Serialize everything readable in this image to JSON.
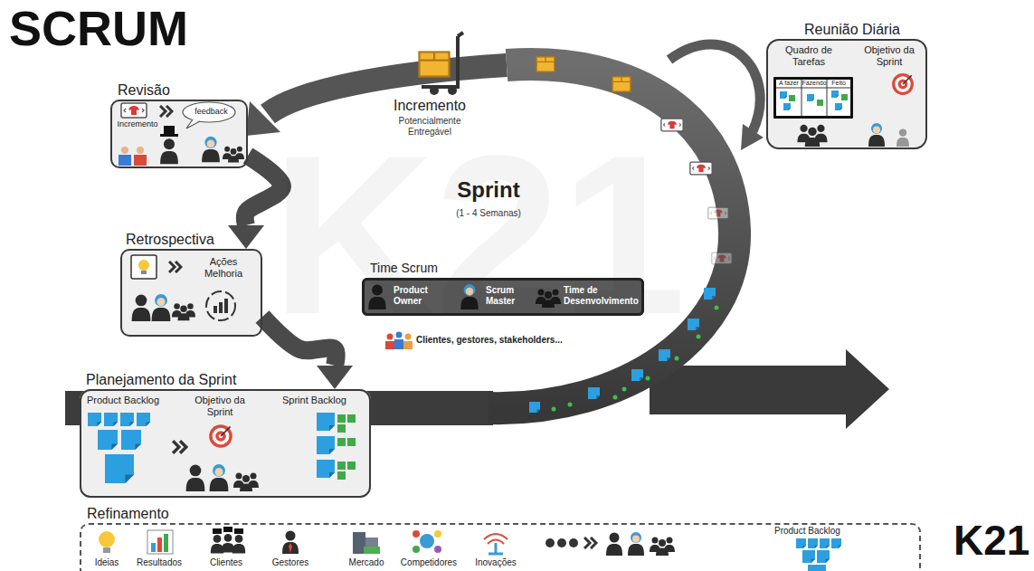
{
  "diagram": {
    "title": "SCRUM",
    "nodes": [
      {
        "text": [
          "Revisão",
          "Incremento",
          "feedback"
        ]
      },
      {
        "text": [
          "Reunião Diária",
          "Quadro de Tarefas",
          "Objetivo da Sprint"
        ]
      },
      {
        "text": [
          "A fazer",
          "Fazendo",
          "Feito"
        ],
        "in": 1
      },
      {
        "text": [
          "Retrospectiva",
          "Ações Melhoria"
        ]
      },
      {
        "text": [
          "Time Scrum",
          "Product Owner",
          "Scrum Master",
          "Time de Desenvolvimento"
        ]
      },
      {
        "text": [
          "Planejamento da Sprint",
          "Product Backlog",
          "Objetivo da Sprint",
          "Sprint Backlog"
        ]
      },
      {
        "text": [
          "Refinamento",
          "Ideias",
          "Resultados",
          "Clientes",
          "Gestores",
          "Mercado",
          "Competidores",
          "Inovações",
          "Product Backlog"
        ]
      }
    ],
    "edges": [
      {
        "from": 0,
        "to": 3,
        "arrow": "to"
      },
      {
        "from": 3,
        "to": 5,
        "arrow": "to"
      }
    ],
    "labels": [
      "Incremento",
      "Potencialmente Entregável",
      "Sprint",
      "(1 - 4 Semanas)",
      "K21",
      "Clientes, gestores, stakeholders...",
      "K21"
    ]
  }
}
